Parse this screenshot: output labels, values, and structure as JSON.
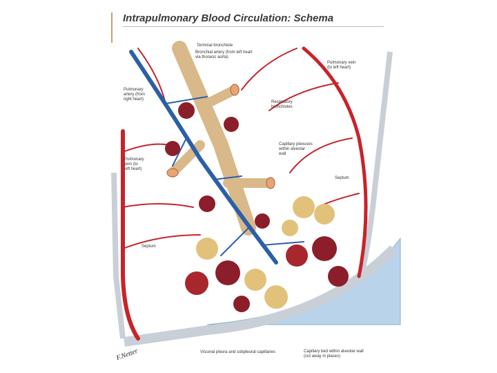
{
  "title": "Intrapulmonary Blood Circulation: Schema",
  "labels": {
    "terminal_bronchiole": "Terminal bronchiole",
    "bronchial_artery": "Bronchial artery (from left heart\nvia thoracic aorta)",
    "pulmonary_artery": "Pulmonary\nartery (from\nright heart)",
    "pulmonary_vein_right": "Pulmonary vein\n(to left heart)",
    "respiratory_bronchioles": "Respiratory\nbronchioles",
    "pulmonary_vein_left": "Pulmonary\nvein (to\nleft heart)",
    "capillary_plexuses": "Capillary plexuses\nwithin alveolar\nwall",
    "septum_right": "Septum",
    "septum_left": "Septum",
    "visceral_pleura": "Visceral pleura and subpleural capillaries",
    "capillary_bed": "Capillary bed within alveolar wall\n(cut away in places)"
  },
  "colors": {
    "artery_blue": "#2b5fa8",
    "vein_red": "#c8232a",
    "bronchiole_tan": "#d9b98a",
    "alveoli_yellow": "#e2c27a",
    "pleura_gray": "#c9cfd6",
    "tissue_blue": "#b9d3ea"
  }
}
